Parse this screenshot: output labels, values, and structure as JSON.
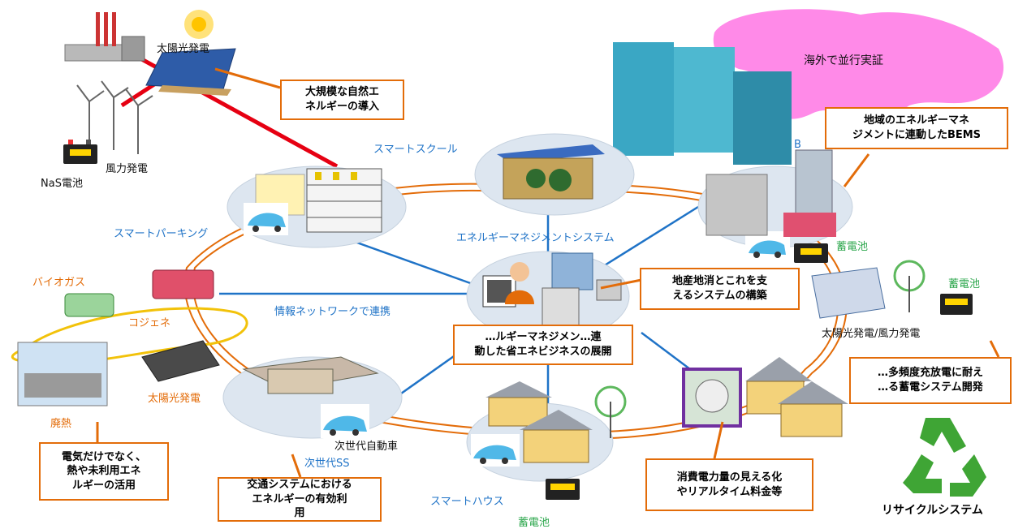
{
  "colors": {
    "network_line": "#1f73c7",
    "ring": "#e36c09",
    "power_line": "#e60012",
    "waste_heat_loop": "#f2c20a",
    "callout_border": "#e36c09",
    "map": "#ff7de6",
    "overlay_block": "#3aa7c4",
    "recycle": "#3fa535"
  },
  "labels": {
    "solar_top": "太陽光発電",
    "wind": "風力発電",
    "nas_battery": "NaS電池",
    "smart_school": "スマートスクール",
    "smart_parking": "スマートパーキング",
    "ems": "エネルギーマネジメントシステム",
    "biogas": "バイオガス",
    "cogen": "コジェネ",
    "info_network": "情報ネットワークで連携",
    "waste_heat": "廃熱",
    "solar_left": "太陽光発電",
    "next_gen_ss": "次世代SS",
    "next_gen_car": "次世代自動車",
    "smart_house": "スマートハウス",
    "battery_bottom": "蓄電池",
    "battery_building": "蓄電池",
    "battery_right": "蓄電池",
    "solar_wind_right": "太陽光発電/風力発電",
    "overseas": "海外で並行実証",
    "b_partial": "B",
    "recycle_system": "リサイクルシステム"
  },
  "callouts": {
    "large_renewable": "大規模な自然エ\nネルギーの導入",
    "regional_bems": "地域のエネルギーマネ\nジメントに連動したBEMS",
    "local_production": "地産地消とこれを支\nえるシステムの構築",
    "ems_business": "…ルギーマネジメン…連\n動した省エネビジネスの展開",
    "heat_use": "電気だけでなく、\n熱や未利用エネ\nルギーの活用",
    "transport": "交通システムにおける\nエネルギーの有効利\n用",
    "visualization": "消費電力量の見える化\nやリアルタイム料金等",
    "battery_dev": "…多頻度充放電に耐え\n…る蓄電システム開発"
  },
  "icons": [
    "factory-icon",
    "solar-panel-icon",
    "sun-icon",
    "wind-turbine-icon",
    "battery-icon",
    "building-icon",
    "car-icon",
    "house-icon",
    "person-icon",
    "server-icon",
    "monitor-icon",
    "generator-icon",
    "power-meter-icon",
    "recycle-icon",
    "world-map-icon"
  ]
}
